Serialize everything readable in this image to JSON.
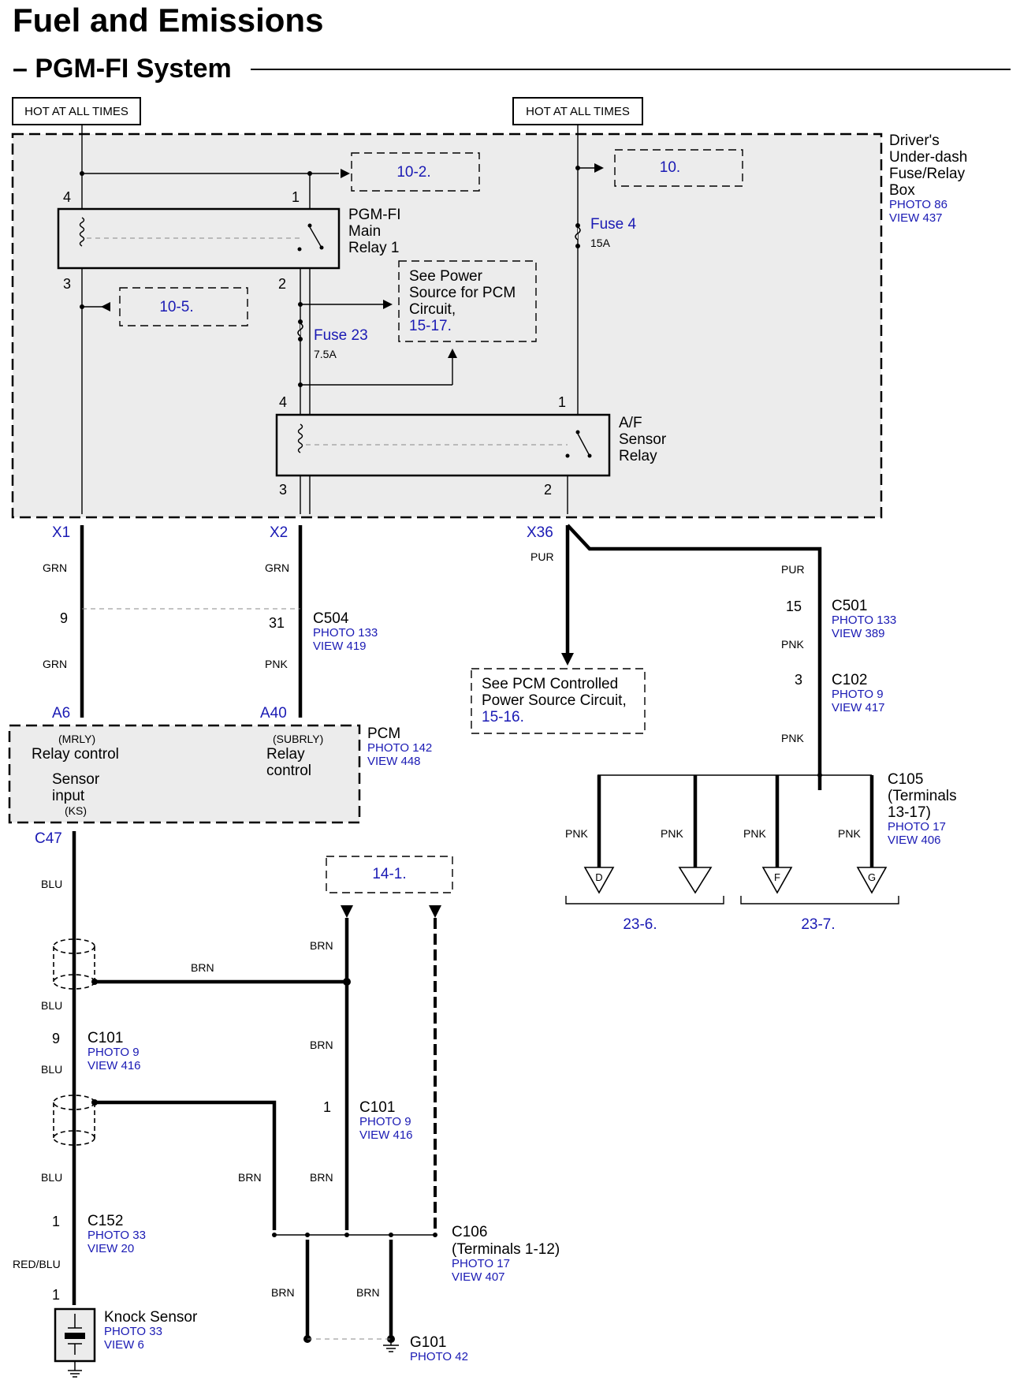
{
  "title": "Fuel and Emissions",
  "subtitle": "– PGM-FI System",
  "hot_left": "HOT AT ALL TIMES",
  "hot_right": "HOT AT ALL TIMES",
  "fusebox": {
    "name": [
      "Driver's",
      "Under-dash",
      "Fuse/Relay",
      "Box"
    ],
    "photo": "PHOTO 86",
    "view": "VIEW 437"
  },
  "refs": {
    "r10_2": "10-2.",
    "r10": "10.",
    "r10_5": "10-5.",
    "r14_1": "14-1.",
    "r23_6": "23-6.",
    "r23_7": "23-7."
  },
  "see_power": {
    "lines": [
      "See Power",
      "Source for PCM",
      "Circuit,"
    ],
    "ref": "15-17."
  },
  "see_pcm_ctrl": {
    "lines": [
      "See PCM Controlled",
      "Power Source Circuit,"
    ],
    "ref": "15-16."
  },
  "relay1": {
    "lines": [
      "PGM-FI",
      "Main",
      "Relay 1"
    ],
    "pins": [
      "4",
      "1",
      "3",
      "2"
    ]
  },
  "relay2": {
    "lines": [
      "A/F",
      "Sensor",
      "Relay"
    ],
    "pins": [
      "4",
      "1",
      "3",
      "2"
    ]
  },
  "fuse4": {
    "name": "Fuse 4",
    "amps": "15A"
  },
  "fuse23": {
    "name": "Fuse 23",
    "amps": "7.5A"
  },
  "terminals": {
    "x1": "X1",
    "x2": "X2",
    "x36": "X36",
    "a6": "A6",
    "a40": "A40",
    "c47": "C47"
  },
  "wires": {
    "grn": "GRN",
    "pnk": "PNK",
    "pur": "PUR",
    "blu": "BLU",
    "brn": "BRN",
    "redblu": "RED/BLU"
  },
  "c504": {
    "name": "C504",
    "photo": "PHOTO 133",
    "view": "VIEW 419",
    "pin_left": "9",
    "pin_right": "31"
  },
  "c501": {
    "name": "C501",
    "photo": "PHOTO 133",
    "view": "VIEW 389",
    "pin": "15"
  },
  "c102": {
    "name": "C102",
    "photo": "PHOTO 9",
    "view": "VIEW 417",
    "pin": "3"
  },
  "c105": {
    "name": [
      "C105",
      "(Terminals",
      "13-17)"
    ],
    "photo": "PHOTO 17",
    "view": "VIEW 406",
    "outputs": [
      "D",
      "",
      "F",
      "G"
    ]
  },
  "pcm": {
    "name": "PCM",
    "photo": "PHOTO 142",
    "view": "VIEW 448",
    "mrly": "(MRLY)",
    "relay_control": "Relay control",
    "subrly": "(SUBRLY)",
    "relay": "Relay",
    "control": "control",
    "sensor": "Sensor",
    "input": "input",
    "ks": "(KS)"
  },
  "c101a": {
    "name": "C101",
    "photo": "PHOTO 9",
    "view": "VIEW 416",
    "pin": "9"
  },
  "c101b": {
    "name": "C101",
    "photo": "PHOTO 9",
    "view": "VIEW 416",
    "pin": "1"
  },
  "c152": {
    "name": "C152",
    "photo": "PHOTO 33",
    "view": "VIEW 20",
    "pin": "1"
  },
  "c106": {
    "name": [
      "C106",
      "(Terminals 1-12)"
    ],
    "photo": "PHOTO 17",
    "view": "VIEW 407"
  },
  "knock": {
    "name": "Knock Sensor",
    "photo": "PHOTO 33",
    "view": "VIEW 6",
    "pin": "1"
  },
  "g101": {
    "name": "G101",
    "photo": "PHOTO 42"
  }
}
